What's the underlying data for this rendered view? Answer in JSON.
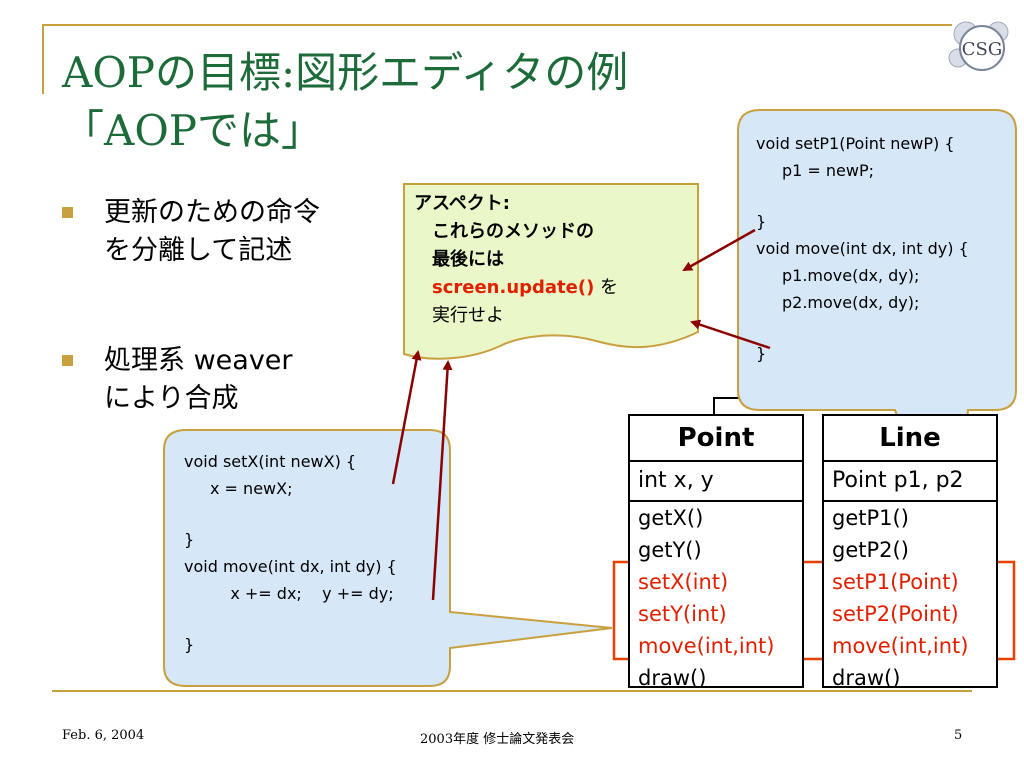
{
  "title": {
    "line1": "AOPの目標:図形エディタの例",
    "line2": "「AOPでは」"
  },
  "logo": {
    "text": "CSG"
  },
  "bullets": [
    {
      "lines": [
        "更新のための命令",
        "を分離して記述"
      ]
    },
    {
      "lines": [
        "処理系 weaver",
        "により合成"
      ]
    }
  ],
  "aspect_note": {
    "lines": [
      "アスペクト:",
      "これらのメソッドの",
      "最後には"
    ],
    "code": "screen.update()",
    "after_code": " を",
    "last_line": "実行せよ"
  },
  "point_code": {
    "lines": [
      "void setX(int newX) {",
      "    x = newX;",
      "",
      "}",
      "void move(int dx, int dy) {",
      "    x += dx;    y += dy;",
      "",
      "}"
    ]
  },
  "line_code": {
    "lines": [
      "void setP1(Point newP) {",
      "    p1 = newP;",
      "",
      "}",
      "void move(int dx, int dy) {",
      "    p1.move(dx, dy);",
      "    p2.move(dx, dy);",
      "",
      "}"
    ]
  },
  "classes": {
    "point": {
      "name": "Point",
      "attr": "int x, y",
      "methods": [
        "getX()",
        "getY()",
        "setX(int)",
        "setY(int)",
        "move(int,int)",
        "draw()"
      ]
    },
    "line": {
      "name": "Line",
      "attr": "Point p1, p2",
      "methods": [
        "getP1()",
        "getP2()",
        "setP1(Point)",
        "setP2(Point)",
        "move(int,int)",
        "draw()"
      ]
    }
  },
  "footer": {
    "date": "Feb. 6, 2004",
    "event": "2003年度 修士論文発表会",
    "page": "5"
  },
  "colors": {
    "title": "#1e6b3a",
    "accent": "#c8a040",
    "highlight": "#e02000",
    "arrow": "#8b0000",
    "callout_blue": "#d6e8f8",
    "callout_green": "#eaf7c8"
  }
}
